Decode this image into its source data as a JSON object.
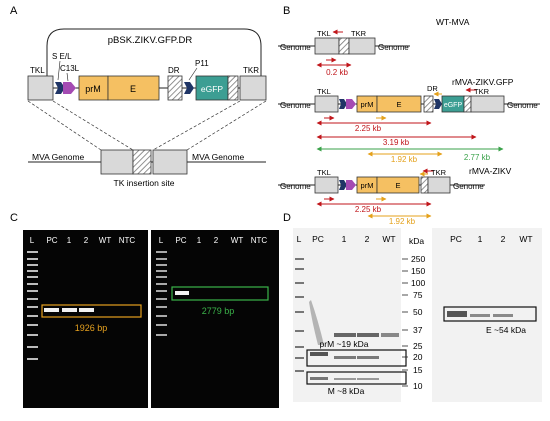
{
  "panels": {
    "a": "A",
    "b": "B",
    "c": "C",
    "d": "D"
  },
  "panel_a": {
    "plasmid": "pBSK.ZIKV.GFP.DR",
    "promoters": {
      "se": "S E/L",
      "c13l": "C13L",
      "p11": "P11"
    },
    "segments": {
      "tkl": "TKL",
      "prm": "prM",
      "e": "E",
      "dr": "DR",
      "egfp": "eGFP",
      "tkr": "TKR"
    },
    "genome": {
      "left": "MVA Genome",
      "right": "MVA Genome",
      "site": "TK insertion site"
    }
  },
  "panel_b": {
    "wt": {
      "name": "WT-MVA",
      "genome": "Genome",
      "tkl": "TKL",
      "tkr": "TKR",
      "size": "0.2 kb"
    },
    "gfp": {
      "name": "rMVA-ZIKV.GFP",
      "genome": "Genome",
      "tkl": "TKL",
      "tkr": "TKR",
      "dr": "DR",
      "prm": "prM",
      "e": "E",
      "egfp": "eGFP",
      "sizes": {
        "s1": "2.25 kb",
        "s2": "3.19 kb",
        "s3": "1.92 kb",
        "s4": "2.77 kb"
      }
    },
    "zikv": {
      "name": "rMVA-ZIKV",
      "genome": "Genome",
      "tkl": "TKL",
      "tkr": "TKR",
      "prm": "prM",
      "e": "E",
      "sizes": {
        "s1": "2.25 kb",
        "s2": "1.92 kb"
      }
    }
  },
  "panel_c": {
    "gel1": {
      "lanes": [
        "L",
        "PC",
        "1",
        "2",
        "WT",
        "NTC"
      ],
      "band": "1926 bp"
    },
    "gel2": {
      "lanes": [
        "L",
        "PC",
        "1",
        "2",
        "WT",
        "NTC"
      ],
      "band": "2779 bp"
    }
  },
  "panel_d": {
    "blot1": {
      "lanes": [
        "L",
        "PC",
        "1",
        "2",
        "WT"
      ],
      "prm": "prM ~19 kDa",
      "m": "M ~8 kDa"
    },
    "kda": "kDa",
    "markers": [
      "250",
      "150",
      "100",
      "75",
      "50",
      "37",
      "25",
      "20",
      "15",
      "10"
    ],
    "blot2": {
      "lanes": [
        "PC",
        "1",
        "2",
        "WT"
      ],
      "e": "E ~54 kDa"
    }
  },
  "colors": {
    "prm_e": "#f5c062",
    "egfp": "#3c9e93",
    "tk": "#d9d9d9",
    "red": "#c0161b",
    "orange": "#e4a11b",
    "green": "#3aa24a",
    "purple": "#a44bb3",
    "navy": "#1f3566"
  }
}
